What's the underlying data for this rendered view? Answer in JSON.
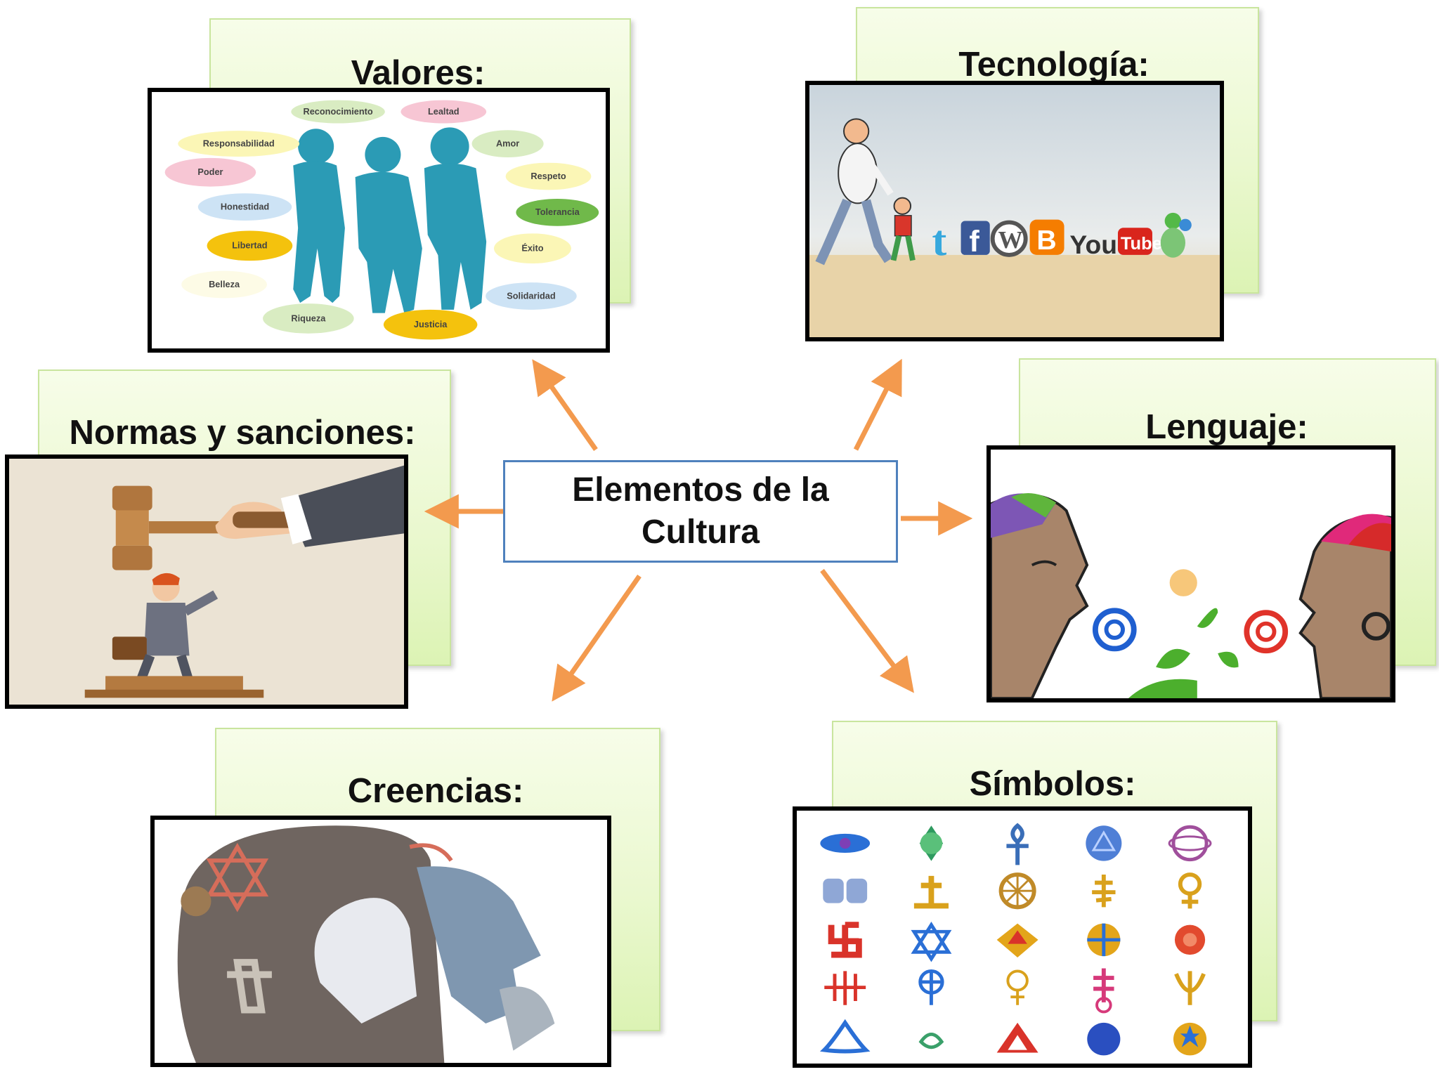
{
  "center": {
    "label": "Elementos de la Cultura"
  },
  "colors": {
    "accent": "#f39a4e",
    "centerBorder": "#4f81bd",
    "noteFill": "#eaf8cf",
    "noteBorder": "#c9e59e"
  },
  "nodes": {
    "valores": {
      "title": "Valores:",
      "tags": [
        "Reconocimiento",
        "Lealtad",
        "Responsabilidad",
        "Amor",
        "Poder",
        "Respeto",
        "Honestidad",
        "Tolerancia",
        "Libertad",
        "Éxito",
        "Belleza",
        "Solidaridad",
        "Riqueza",
        "Justicia"
      ]
    },
    "tecnologia": {
      "title": "Tecnología:"
    },
    "normas": {
      "title": "Normas y sanciones:"
    },
    "lenguaje": {
      "title": "Lenguaje:"
    },
    "creencias": {
      "title": "Creencias:"
    },
    "simbolos": {
      "title": "Símbolos:"
    }
  }
}
